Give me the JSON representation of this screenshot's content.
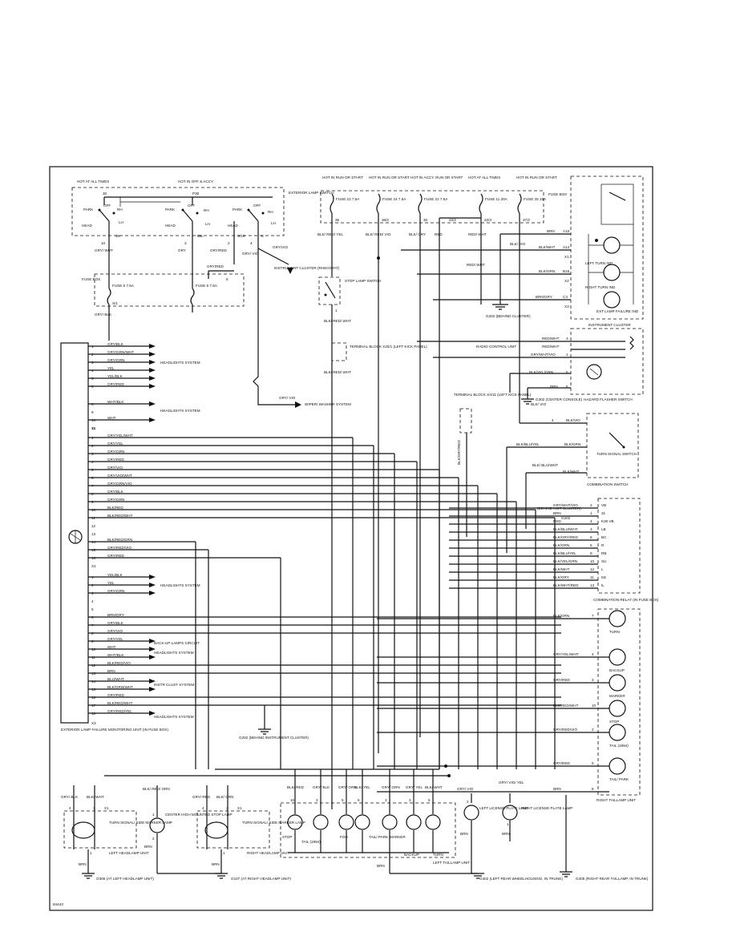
{
  "figure_id": "84443",
  "fuse_box_left": {
    "hot_at_all_times": "HOT AT ALL TIMES",
    "hot_in_off_accy": "HOT IN OFF & ACCY",
    "p30_left": "30",
    "p30_right": "P30",
    "switch_label": "EXTERIOR LAMP SWITCH",
    "park1": "PARK",
    "off1": "OFF",
    "rh1": "RH",
    "head1": "HEAD",
    "lh1": "LH",
    "park2": "PARK",
    "off2": "OFF",
    "rh2": "RH",
    "head2": "HEAD",
    "lh2": "LH",
    "park3": "PARK",
    "off3": "OFF",
    "rh3": "RH",
    "head3": "HEAD",
    "lh3": "LH",
    "pin_s8": "S8",
    "pin_58l": "58L",
    "pin_x": "X/10",
    "pin_k": "K",
    "wire_grywht": "GRY/ WHT",
    "wire_gry": "GRY",
    "wire_gryred": "GRY/RED",
    "wire_gryvio": "GRY/ VIO",
    "wire_gryvio2": "GRY/VIO",
    "fuse_box_tag": "FUSE BOX",
    "fuse8": "FUSE 8 7.5A",
    "fuse9": "FUSE 9 7.5A",
    "pin_10": "10",
    "pin_3": "3",
    "pin_2": "2",
    "pin_4": "4",
    "pin_s1": "S/1",
    "pin_6": "6",
    "wire_grtblk": "GRY/ BLK",
    "instr_cluster": "INSTRUMENT CLUSTER (RHEOSTAT)"
  },
  "fuse_box_right": {
    "hdr1": "HOT IN RUN OR START",
    "hdr2": "HOT IN RUN OR START",
    "hdr3": "HOT IN ACCY, RUN OR START",
    "hdr4": "HOT AT ALL TIMES",
    "hdr5": "HOT IN RUN OR START",
    "fuse_box": "FUSE BOX",
    "f1": "FUSE 23 7.5A",
    "f2": "FUSE 24 7.5A",
    "f3": "FUSE 22 7.5A",
    "f4": "FUSE 11 20A",
    "f5": "FUSE 25 15A",
    "p1": "35",
    "p2": "36/2",
    "p3": "30",
    "p4": "22/2",
    "p4b": "22/3",
    "p5": "37/2",
    "w1": "BLK/ RED/ YEL",
    "w2": "BLK/ RED/ VIO",
    "w3": "BLK/ GRY",
    "w4": "RED",
    "w5": "RED/ WHT",
    "w6": "BLK/ VIO"
  },
  "stop_lamp": {
    "label": "STOP LAMP SWITCH",
    "pin1": "1",
    "w_out": "BLK/ RED/ WHT",
    "terminal": "TERMINAL BLOCK X20/1 (LEFT KICK PANEL)",
    "w_out2": "BLK/ RED/ WHT"
  },
  "washer": {
    "wire": "GRY/ VIO",
    "label": "WIPER/ WASHER SYSTEM"
  },
  "terminal_x4": {
    "label": "TERMINAL BLOCK X4/11 (LEFT KICK PANEL)",
    "wire": "BLK/GRY/RED"
  },
  "instrument_cluster": {
    "label": "INSTRUMENT CLUSTER",
    "w_brn": "BRN",
    "p_a10": "A10",
    "w_blkwht": "BLK/WHT",
    "p_a14": "A14",
    "p_x1": "X1",
    "w_blkgrn": "BLK/GRN",
    "p_b15": "B15",
    "p_x2": "X2",
    "w_brngry": "BRN/GRY",
    "p_c4": "C4",
    "p_x3": "X3",
    "left_turn": "LEFT TURN IND",
    "right_turn": "RIGHT TURN IND",
    "ext_lamp": "EXT LAMP FAILURE IND",
    "g202": "G202 (BEHIND CLUSTER)",
    "w_redwht": "RED/ WHT"
  },
  "hazard": {
    "label": "HAZARD FLASHER SWITCH",
    "w_redwht": "RED/WHT",
    "w_redwht2": "RED/WHT",
    "w_gryvhtvio": "GRY/WHT/VIO",
    "p_3": "3",
    "p_1": "1",
    "p_6": "6",
    "radio": "RADIO CONTROL UNIT",
    "w_blkyelgrn": "BLK/YEL/GRN",
    "p_5": "5",
    "w_brn": "BRN",
    "g302": "G302 (CENTER CONSOLE)"
  },
  "combination_switch": {
    "label": "COMBINATION SWITCH",
    "turn": "TURN SIGNAL SWITCH",
    "w_blkvio": "BLK/ VIO",
    "w_blkvio2": "BLK/VIO",
    "p_4": "4",
    "w_blkbluyel": "BLK/BLU/YEL",
    "w_blkgrn": "BLK/GRN",
    "w_blkbluwht": "BLK/ BLU/WHT",
    "w_blkwht": "BLK/WHT"
  },
  "combination_relay": {
    "label": "COMBINATION RELAY (IN FUSE BOX)",
    "rows": [
      {
        "wire": "GRY/WHT/VIO",
        "pin": "2",
        "term": "VB"
      },
      {
        "wire": "BRN",
        "pin": "1",
        "term": "31"
      },
      {
        "wire": "RED",
        "pin": "4",
        "term": "K30 VB"
      },
      {
        "wire": "BLK/BLU/WHT",
        "pin": "3",
        "term": "LB"
      },
      {
        "wire": "BLK/GRY/RED",
        "pin": "8",
        "term": "BC"
      },
      {
        "wire": "BLK/GRN",
        "pin": "5",
        "term": "R"
      },
      {
        "wire": "BLK/BLU/YEL",
        "pin": "9",
        "term": "RB"
      },
      {
        "wire": "BLK/YEL/GRN",
        "pin": "10",
        "term": "SU"
      },
      {
        "wire": "BLK/WHT",
        "pin": "12",
        "term": "L"
      },
      {
        "wire": "BLK/GRY",
        "pin": "11",
        "term": "KE"
      },
      {
        "wire": "BLK/WHT/RED",
        "pin": "13",
        "term": "IL"
      }
    ],
    "behind": "(BEHIND INST CLUSTER)",
    "g202": "G202"
  },
  "right_taillamp": {
    "label": "RIGHT TAILLAMP UNIT",
    "rows": [
      {
        "wire": "BLK/GRN",
        "pin": "7",
        "lamp": "TURN"
      },
      {
        "wire": "GRY/YEL/WHT",
        "pin": "4",
        "lamp": "BACKUP"
      },
      {
        "wire": "GRY/RED",
        "pin": "3",
        "lamp": "MARKER"
      },
      {
        "wire": "BLK/RED/WHT",
        "pin": "10",
        "lamp": "STOP"
      },
      {
        "wire": "GRY/RED/VIO",
        "pin": "2",
        "lamp": "TAIL (1994)"
      },
      {
        "wire": "GRY/RED",
        "pin": "5",
        "lamp": "TAIL/ PARK"
      },
      {
        "wire": "BRN",
        "pin": "8",
        "lamp": ""
      }
    ],
    "g405": "G405 (RIGHT REAR TAILLAMP, IN TRUNK)"
  },
  "monitoring": {
    "label": "EXTERIOR LAMP FAILURE MONITORING UNIT (IN FUSE BOX)",
    "x1": "X1",
    "x2": "X2",
    "x3": "X3",
    "block1": [
      {
        "pin": "1",
        "wire": "GRY/BLK"
      },
      {
        "pin": "2",
        "wire": "GRY/GRN/WHT"
      },
      {
        "pin": "3",
        "wire": "GRY/GRN"
      },
      {
        "pin": "4",
        "wire": "YEL"
      },
      {
        "pin": "5",
        "wire": "YEL/BLK"
      },
      {
        "pin": "6",
        "wire": "GRY/RED"
      },
      {
        "pin": "8",
        "wire": "WHT/BLK"
      },
      {
        "pin": "9",
        "wire": ""
      },
      {
        "pin": "10",
        "wire": "WHT"
      },
      {
        "pin": "11",
        "wire": ""
      }
    ],
    "headlight_sys1": "HEADLIGHTS SYSTEM",
    "headlight_sys2": "HEADLIGHTS SYSTEM",
    "block2": [
      {
        "pin": "1",
        "wire": "GRY/YEL/WHT"
      },
      {
        "pin": "2",
        "wire": "GRY/YEL"
      },
      {
        "pin": "3",
        "wire": "GRY/GRN"
      },
      {
        "pin": "4",
        "wire": "GRY/RED"
      },
      {
        "pin": "5",
        "wire": "GRY/VIO"
      },
      {
        "pin": "6",
        "wire": "GRY/VIO/WHT"
      },
      {
        "pin": "7",
        "wire": "GRY/GRN/VIO"
      },
      {
        "pin": "8",
        "wire": "GRY/BLK"
      },
      {
        "pin": "9",
        "wire": "GRY/GRN"
      },
      {
        "pin": "10",
        "wire": "BLK/RED"
      },
      {
        "pin": "11",
        "wire": "BLK/RED/WHT"
      },
      {
        "pin": "12",
        "wire": ""
      },
      {
        "pin": "13",
        "wire": ""
      },
      {
        "pin": "14",
        "wire": "BLK/RED/GRN"
      },
      {
        "pin": "15",
        "wire": "GRY/RED/VIO"
      },
      {
        "pin": "16",
        "wire": "GRY/RED"
      }
    ],
    "block3": [
      {
        "pin": "1",
        "wire": "YEL/BLK"
      },
      {
        "pin": "2",
        "wire": "YEL"
      },
      {
        "pin": "3",
        "wire": "GRY/GRN"
      },
      {
        "pin": "4",
        "wire": ""
      },
      {
        "pin": "5",
        "wire": ""
      },
      {
        "pin": "6",
        "wire": "BRN/GRY"
      },
      {
        "pin": "7",
        "wire": "GRY/BLK"
      },
      {
        "pin": "8",
        "wire": "GRY/VIO"
      },
      {
        "pin": "9",
        "wire": "GRY/YEL"
      },
      {
        "pin": "10",
        "wire": "WHT"
      },
      {
        "pin": "11",
        "wire": "WHT/BLK"
      },
      {
        "pin": "12",
        "wire": "BLK/RED/VIO"
      },
      {
        "pin": "13",
        "wire": "BRN"
      },
      {
        "pin": "14",
        "wire": "BLU/WHT"
      },
      {
        "pin": "15",
        "wire": "BLK/GRN/WHT"
      },
      {
        "pin": "16",
        "wire": "GRY/RED"
      },
      {
        "pin": "17",
        "wire": "BLK/RED/WHT"
      },
      {
        "pin": "18",
        "wire": "GRY/RED/YEL"
      }
    ],
    "headlight_sys3": "HEADLIGHTS SYSTEM",
    "backup": "BACK-UP LAMPS CIRCUIT",
    "headlight_sys4": "HEADLIGHTS SYSTEM",
    "instr_clust": "INSTR CLUST SYSTEM",
    "headlight_sys5": "HEADLIGHTS SYSTEM",
    "g202": "G202 (BEHIND INSTRUMENT CLUSTER)"
  },
  "bottom": {
    "left_headlamp": "LEFT HEADLAMP UNIT",
    "left_turn": "TURN SIGNAL/ SIDE MARKER LAMP",
    "w_grybk": "GRY/ BLK",
    "w_blkwht": "BLK/ WHT",
    "p_4": "4",
    "p_3": "3",
    "x1": "X1",
    "p_1": "1",
    "w_brn": "BRN",
    "g306": "G306 (AT LEFT HEADLAMP UNIT)",
    "center_stop": "CENTER HIGH MOUNTED STOP LAMP",
    "w_blkredgrn": "BLK/ RED/ GRN",
    "p_1b": "1",
    "p_2": "2",
    "w_brn2": "BRN",
    "right_headlamp": "RIGHT HEADLAMP UNIT",
    "right_turn": "TURN SIGNAL/ SIDE MARKER LAMP",
    "w_gryred": "GRY/ RED",
    "w_blkgrn": "BLK/ GRN",
    "p_4b": "4",
    "p_3b": "3",
    "x1b": "X1",
    "p_1c": "1",
    "w_brn3": "BRN",
    "g107": "G107 (AT RIGHT HEADLAMP UNIT)",
    "left_tail": "LEFT TAILLAMP UNIT",
    "left_tail_wires": [
      "BLK/ RED",
      "GRY/ BLK",
      "GRY/ GRN",
      "BLK/ YEL",
      "GRY/ GRN",
      "GRY/ YEL",
      "BLK/ WHT"
    ],
    "left_tail_pins": [
      "10",
      "3",
      "5",
      "6",
      "3",
      "3",
      "6"
    ],
    "stop": "STOP",
    "tail": "TAIL (1994)",
    "fog": "FOG",
    "tailpark": "TAIL/ PARK",
    "marker": "MARKER",
    "backup": "BACKUP",
    "turn": "TURN",
    "w_brn4": "BRN",
    "g402": "G402 (LEFT REAR WHEELHOUSING, IN TRUNK)",
    "left_license": "LEFT LICENSE PLATE LAMP",
    "right_license": "RIGHT LICENSE PLATE LAMP",
    "w_gryvio": "GRY/ VIO",
    "w_gryvioyel": "GRY/ VIO/ YEL",
    "p_2b": "2",
    "p_1d": "1",
    "w_brn5": "BRN",
    "w_brn6": "BRN"
  }
}
